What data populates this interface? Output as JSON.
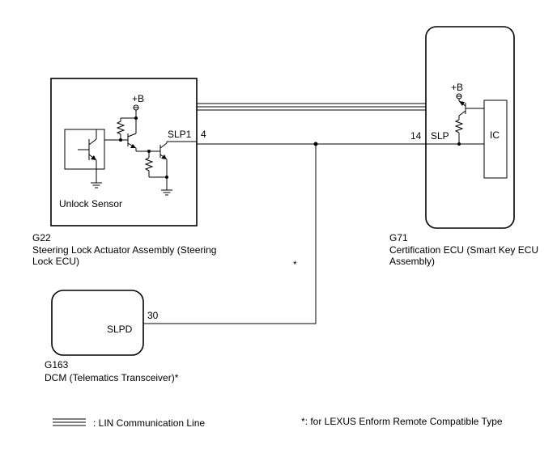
{
  "components": {
    "steering_lock": {
      "code": "G22",
      "name_line1": "Steering Lock Actuator Assembly (Steering",
      "name_line2": "Lock ECU)",
      "terminal_name": "SLP1",
      "terminal_number": "4",
      "supply_label": "+B",
      "sensor_label": "Unlock Sensor"
    },
    "certification_ecu": {
      "code": "G71",
      "name_line1": "Certification ECU (Smart Key ECU",
      "name_line2": "Assembly)",
      "terminal_name": "SLP",
      "terminal_number": "14",
      "supply_label": "+B",
      "ic_label": "IC"
    },
    "dcm": {
      "code": "G163",
      "name": "DCM (Telematics Transceiver)*",
      "terminal_name": "SLPD",
      "terminal_number": "30"
    }
  },
  "branch_note_marker": "*",
  "legend": {
    "lin_line_label": ": LIN Communication Line",
    "footnote": "*: for LEXUS Enform Remote Compatible Type"
  }
}
